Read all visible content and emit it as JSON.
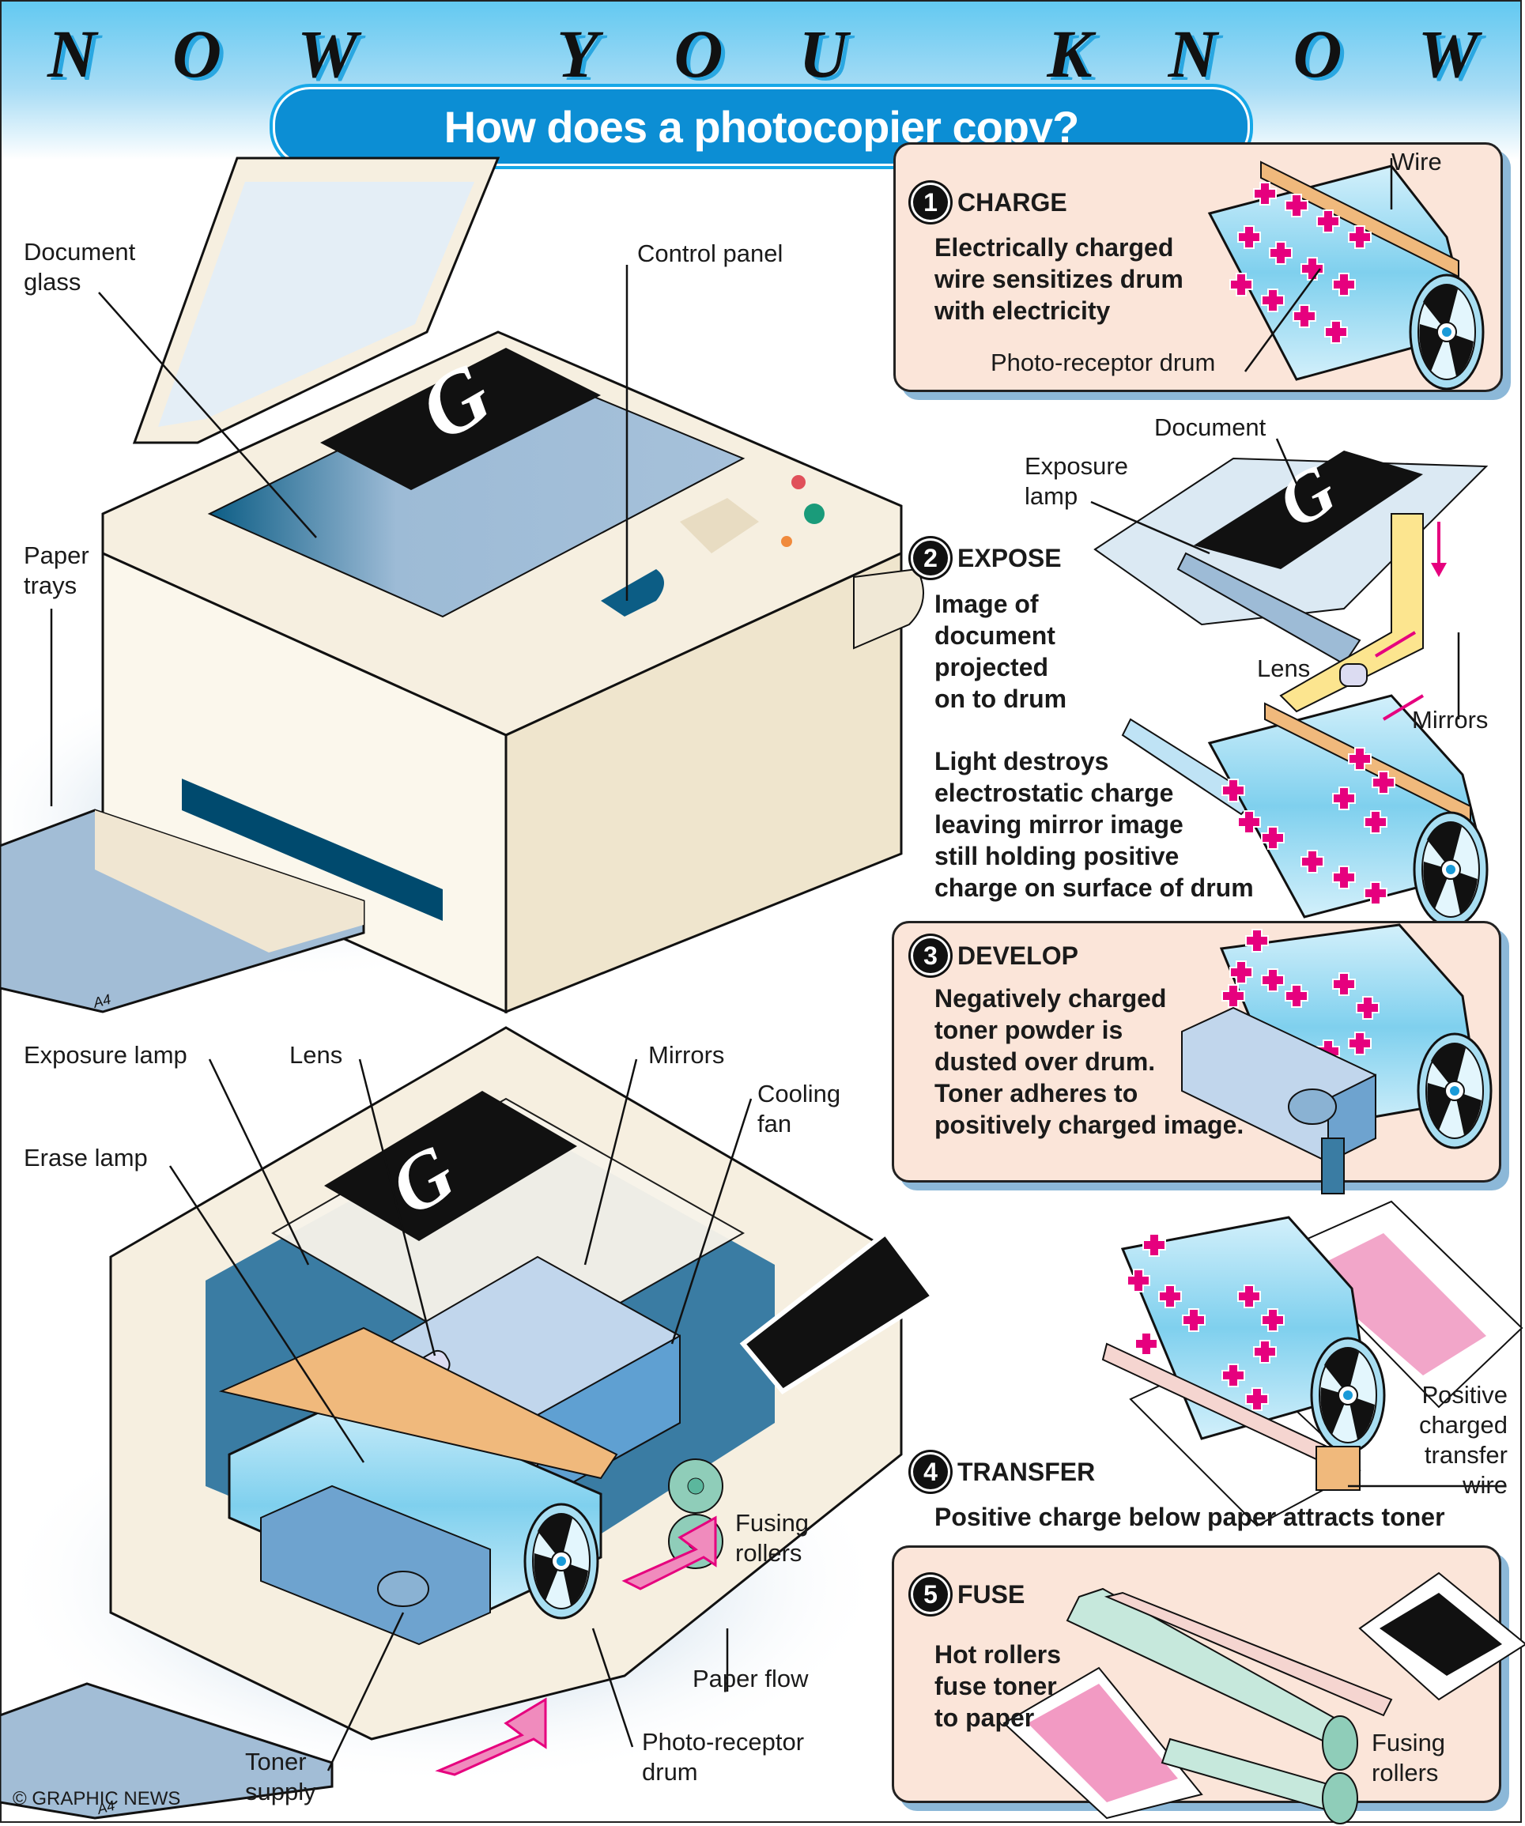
{
  "header": {
    "masthead_words": [
      "N",
      "O",
      "W",
      "",
      "Y",
      "O",
      "U",
      "",
      "K",
      "N",
      "O",
      "W"
    ],
    "masthead": "NOW YOU KNOW",
    "title": "How does a photocopier copy?"
  },
  "main_diagram": {
    "labels": {
      "document_glass": [
        "Document",
        "glass"
      ],
      "control_panel": "Control panel",
      "paper_trays": [
        "Paper",
        "trays"
      ],
      "tray_size": "A4",
      "exposure_lamp": "Exposure lamp",
      "lens": "Lens",
      "mirrors": "Mirrors",
      "cooling_fan": [
        "Cooling",
        "fan"
      ],
      "erase_lamp": "Erase lamp",
      "fusing_rollers": [
        "Fusing",
        "rollers"
      ],
      "paper_flow": "Paper flow",
      "photo_receptor_drum": [
        "Photo-receptor",
        "drum"
      ],
      "toner_supply": [
        "Toner",
        "supply"
      ]
    }
  },
  "steps": [
    {
      "number": "1",
      "title": "CHARGE",
      "text": [
        "Electrically charged",
        "wire sensitizes drum",
        "with electricity"
      ],
      "labels": {
        "wire": "Wire",
        "drum": "Photo-receptor drum"
      }
    },
    {
      "number": "2",
      "title": "EXPOSE",
      "text": [
        "Image of",
        "document",
        "projected",
        "on to drum"
      ],
      "text2": [
        "Light destroys",
        "electrostatic charge",
        "leaving mirror image",
        "still holding positive",
        "charge on surface of drum"
      ],
      "labels": {
        "document": "Document",
        "exposure_lamp": [
          "Exposure",
          "lamp"
        ],
        "lens": "Lens",
        "mirrors": "Mirrors"
      }
    },
    {
      "number": "3",
      "title": "DEVELOP",
      "text": [
        "Negatively charged",
        "toner powder is",
        "dusted over drum.",
        "Toner adheres to",
        "positively charged image."
      ]
    },
    {
      "number": "4",
      "title": "TRANSFER",
      "text": [
        "Positive charge below paper attracts toner"
      ],
      "labels": {
        "transfer_wire": [
          "Positive",
          "charged",
          "transfer wire"
        ]
      }
    },
    {
      "number": "5",
      "title": "FUSE",
      "text": [
        "Hot rollers",
        "fuse toner",
        "to paper"
      ],
      "labels": {
        "fusing_rollers": [
          "Fusing",
          "rollers"
        ]
      }
    }
  ],
  "credit": "© GRAPHIC NEWS",
  "colors": {
    "title_blue": "#0c8ed4",
    "header_sky": "#63c9f1",
    "panel_peach": "#fbe5d9",
    "panel_shadow": "#8cb8d8",
    "machine_cream": "#f6efe0",
    "glass_blue": "#9dbbd6",
    "drum_blue": "#a8def2",
    "charge_magenta": "#e6007e",
    "wire_orange": "#f0b97c",
    "roller_green": "#8fcdb9",
    "arrow_pink": "#f08bbd",
    "toner_blue": "#6ea3cf"
  }
}
